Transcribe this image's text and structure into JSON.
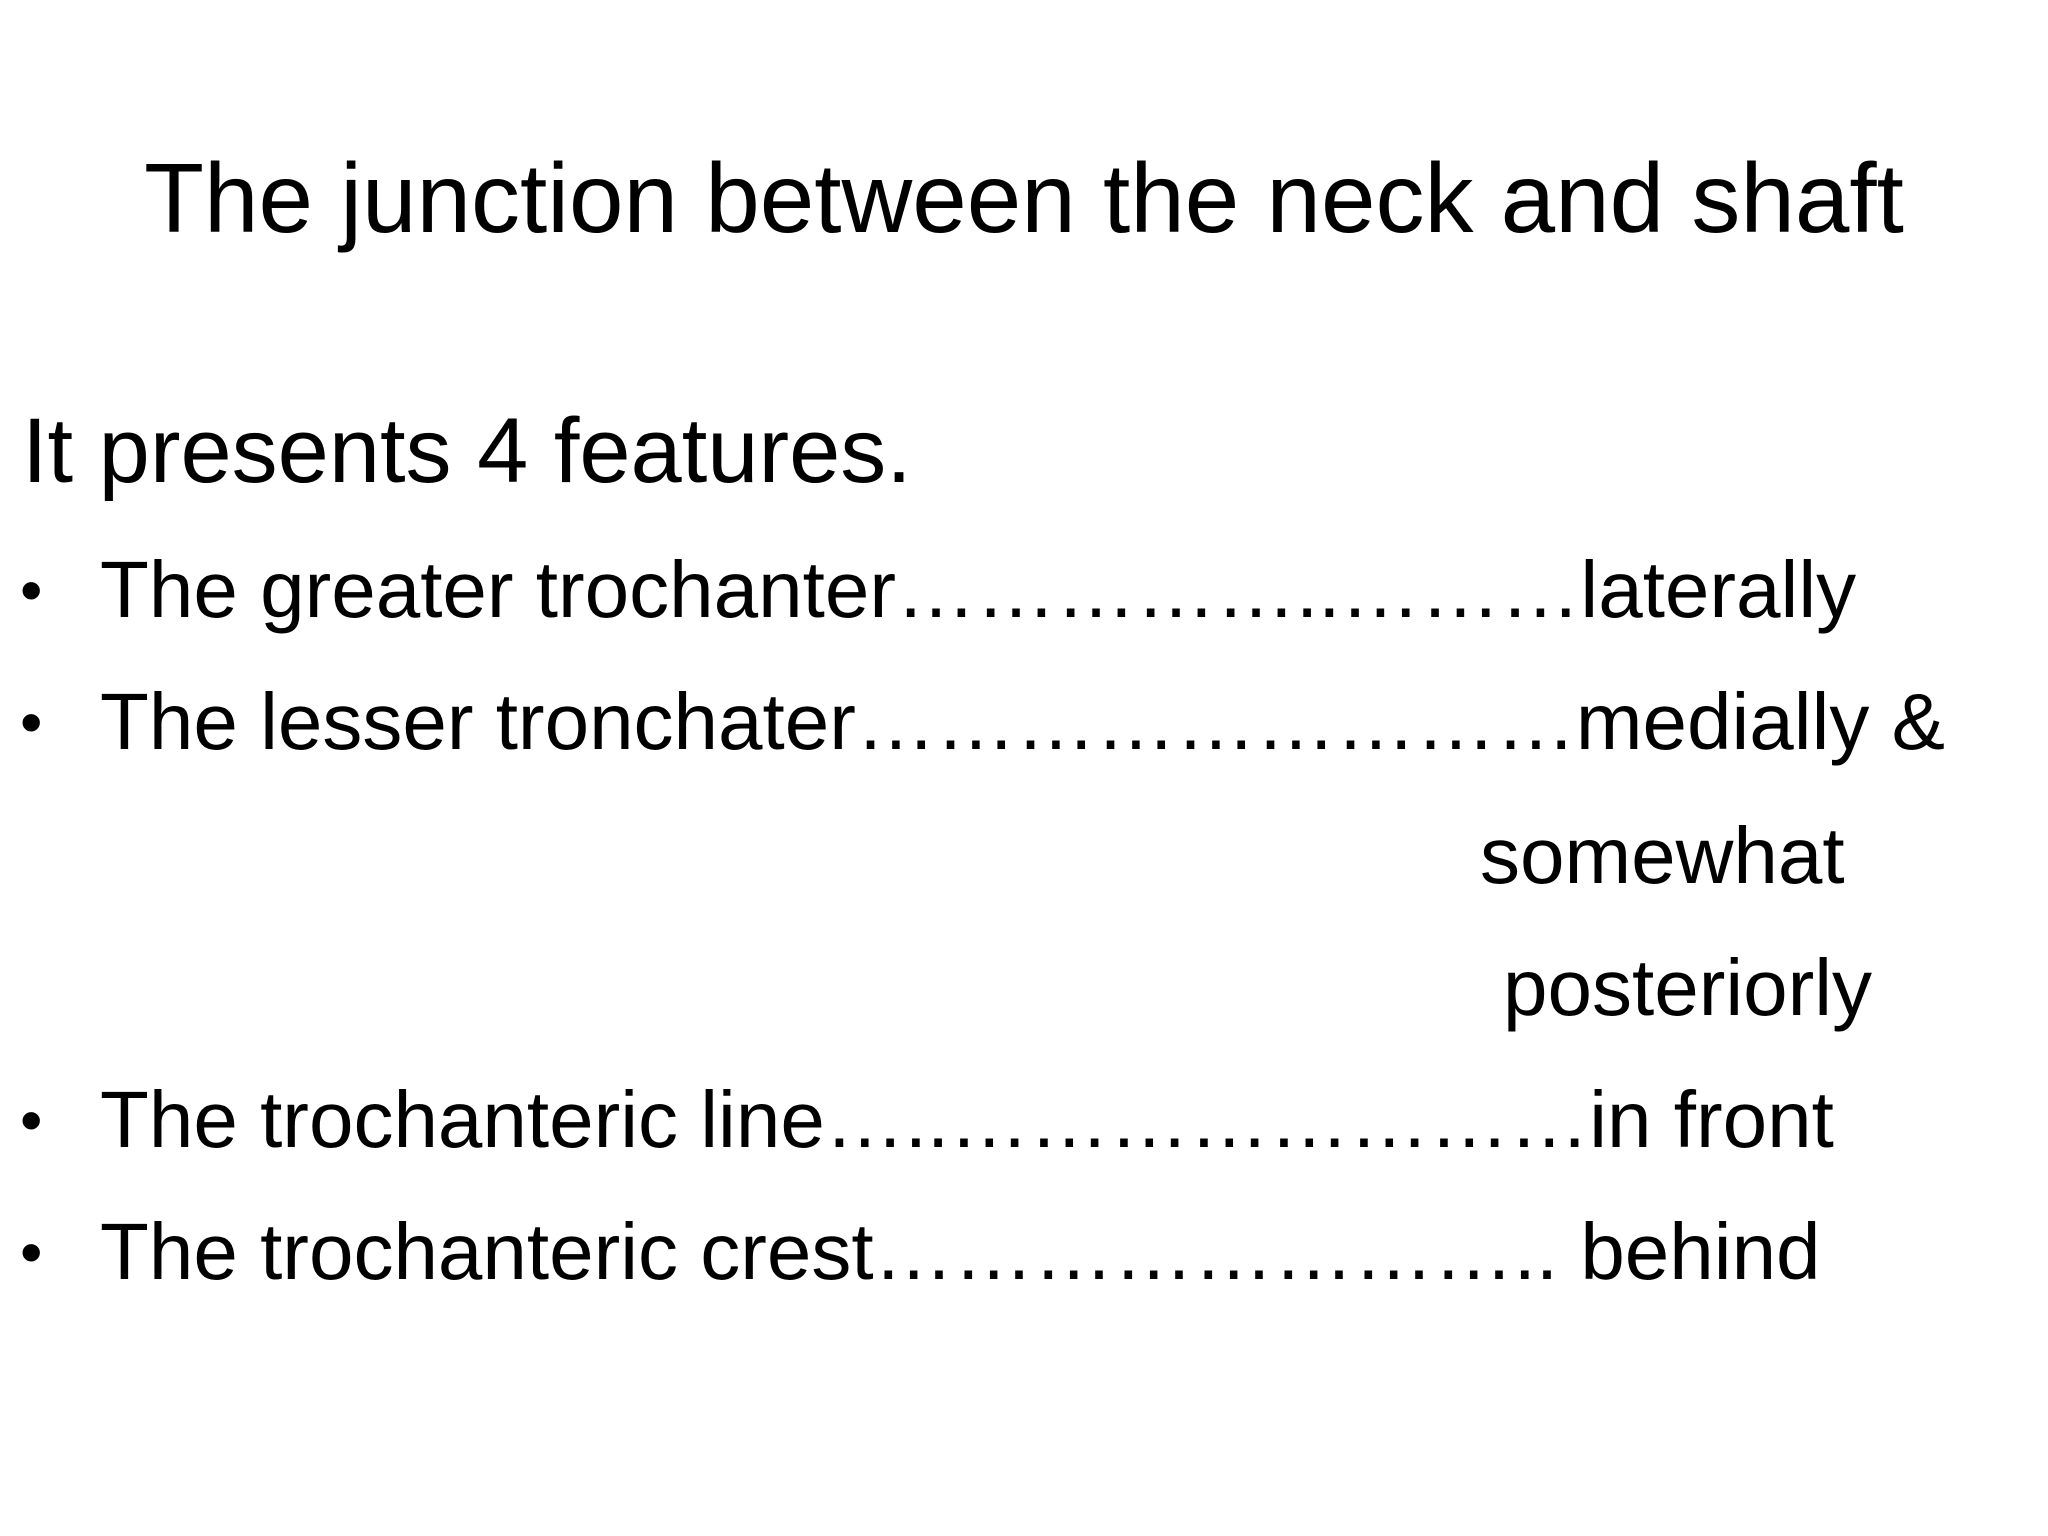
{
  "slide": {
    "title": "The junction between the neck and shaft",
    "intro": "It presents 4 features.",
    "bullet_char": "•",
    "items": [
      {
        "text": "The greater trochanter……………..………laterally"
      },
      {
        "text": "The lesser tronchater………………………medially &"
      },
      {
        "text": "The trochanteric line…..……………………in front"
      },
      {
        "text": "The trochanteric crest…………………….. behind"
      }
    ],
    "continuation": [
      "somewhat",
      "posteriorly"
    ]
  }
}
